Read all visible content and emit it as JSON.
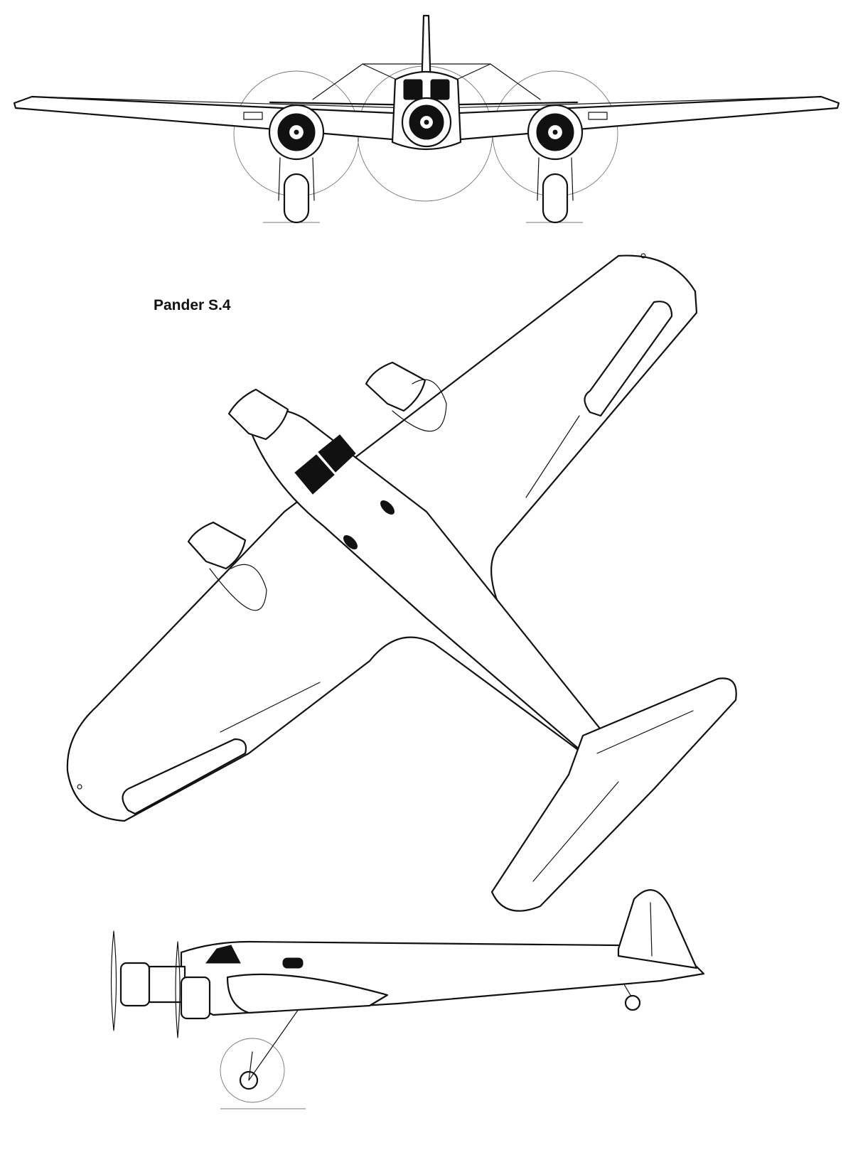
{
  "drawing": {
    "title": "Pander S.4"
  },
  "views": [
    "front-view",
    "plan-view",
    "side-view"
  ]
}
